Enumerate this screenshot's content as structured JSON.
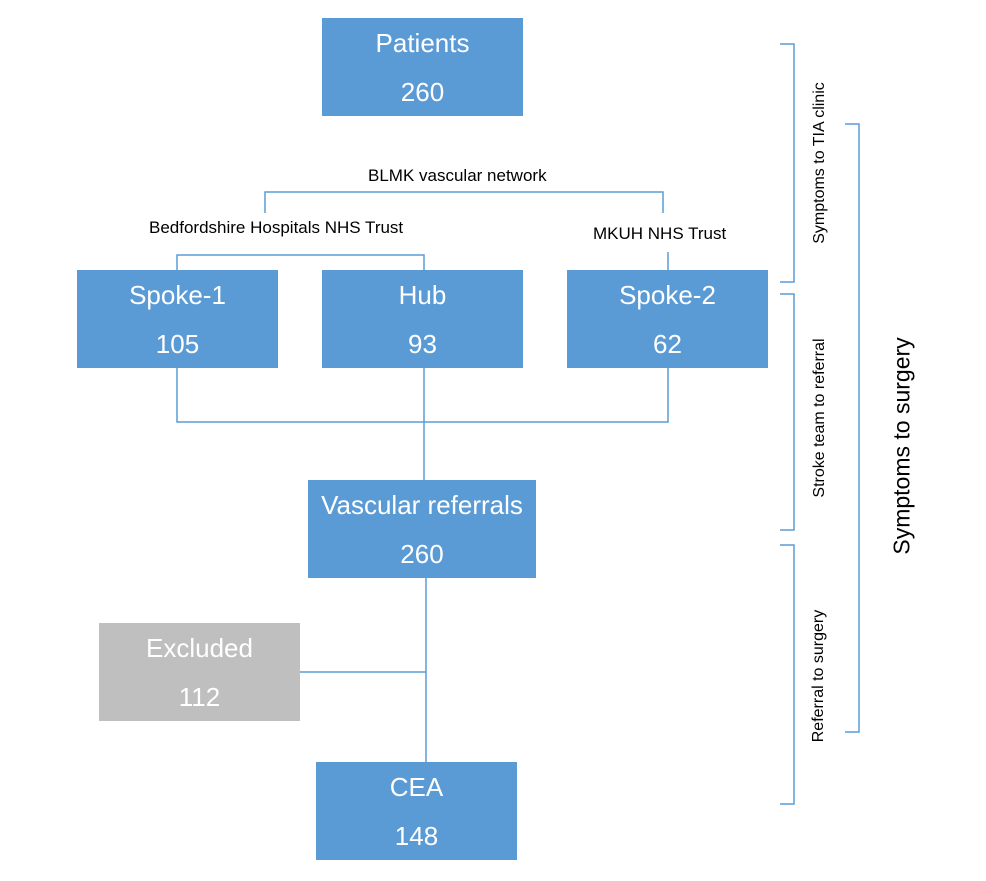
{
  "boxes": {
    "patients": {
      "title": "Patients",
      "value": "260"
    },
    "spoke1": {
      "title": "Spoke-1",
      "value": "105"
    },
    "hub": {
      "title": "Hub",
      "value": "93"
    },
    "spoke2": {
      "title": "Spoke-2",
      "value": "62"
    },
    "referrals": {
      "title": "Vascular referrals",
      "value": "260"
    },
    "excluded": {
      "title": "Excluded",
      "value": "112"
    },
    "cea": {
      "title": "CEA",
      "value": "148"
    }
  },
  "labels": {
    "network": "BLMK vascular network",
    "bedfordshire": "Bedfordshire Hospitals NHS Trust",
    "mkuh": "MKUH NHS Trust"
  },
  "brackets": {
    "symptoms_to_tia": "Symptoms to TIA clinic",
    "stroke_to_referral": "Stroke team to referral",
    "referral_to_surgery": "Referral to surgery",
    "symptoms_to_surgery": "Symptoms to surgery"
  },
  "colors": {
    "box": "#5b9bd5",
    "excluded_box": "#bfbfbf",
    "lines": "#5b9bd5",
    "text": "#000000"
  }
}
